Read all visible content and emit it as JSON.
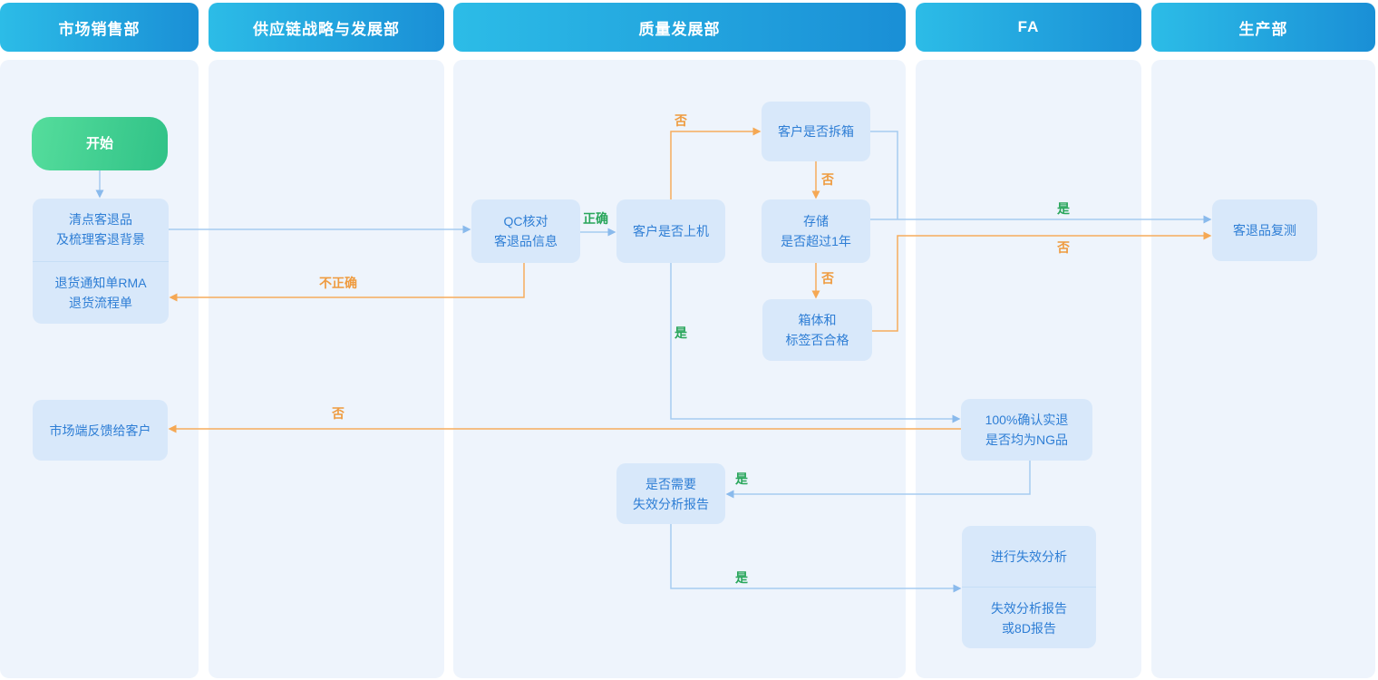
{
  "lanes": [
    {
      "title": "市场销售部"
    },
    {
      "title": "供应链战略与发展部"
    },
    {
      "title": "质量发展部"
    },
    {
      "title": "FA"
    },
    {
      "title": "生产部"
    }
  ],
  "nodes": {
    "start": "开始",
    "count_line1": "清点客退品",
    "count_line2": "及梳理客退背景",
    "rma_line1": "退货通知单RMA",
    "rma_line2": "退货流程单",
    "feedback": "市场端反馈给客户",
    "qc_line1": "QC核对",
    "qc_line2": "客退品信息",
    "onmachine": "客户是否上机",
    "unbox": "客户是否拆箱",
    "storage_line1": "存储",
    "storage_line2": "是否超过1年",
    "boxcheck_line1": "箱体和",
    "boxcheck_line2": "标签否合格",
    "needfa_line1": "是否需要",
    "needfa_line2": "失效分析报告",
    "ng_line1": "100%确认实退",
    "ng_line2": "是否均为NG品",
    "dofa": "进行失效分析",
    "fareport_line1": "失效分析报告",
    "fareport_line2": "或8D报告",
    "retest": "客退品复测"
  },
  "edge_labels": {
    "qc_correct": "正确",
    "qc_incorrect": "不正确",
    "onmachine_no": "否",
    "onmachine_yes": "是",
    "unbox_no": "否",
    "storage_no": "否",
    "storage_yes": "是",
    "boxcheck_no": "否",
    "ng_no": "否",
    "ng_yes": "是",
    "needfa_yes": "是"
  },
  "colors": {
    "header_gradient_start": "#2cbce7",
    "header_gradient_end": "#1a8fd6",
    "lane_background": "#eef4fc",
    "node_background": "#d8e8fa",
    "node_text": "#2e7ed5",
    "start_gradient_start": "#55dd9c",
    "start_gradient_end": "#30c287",
    "edge_blue": "#a6cbf0",
    "edge_orange": "#f6ac5c",
    "label_green": "#29a65b",
    "label_orange": "#ef9b3f"
  }
}
